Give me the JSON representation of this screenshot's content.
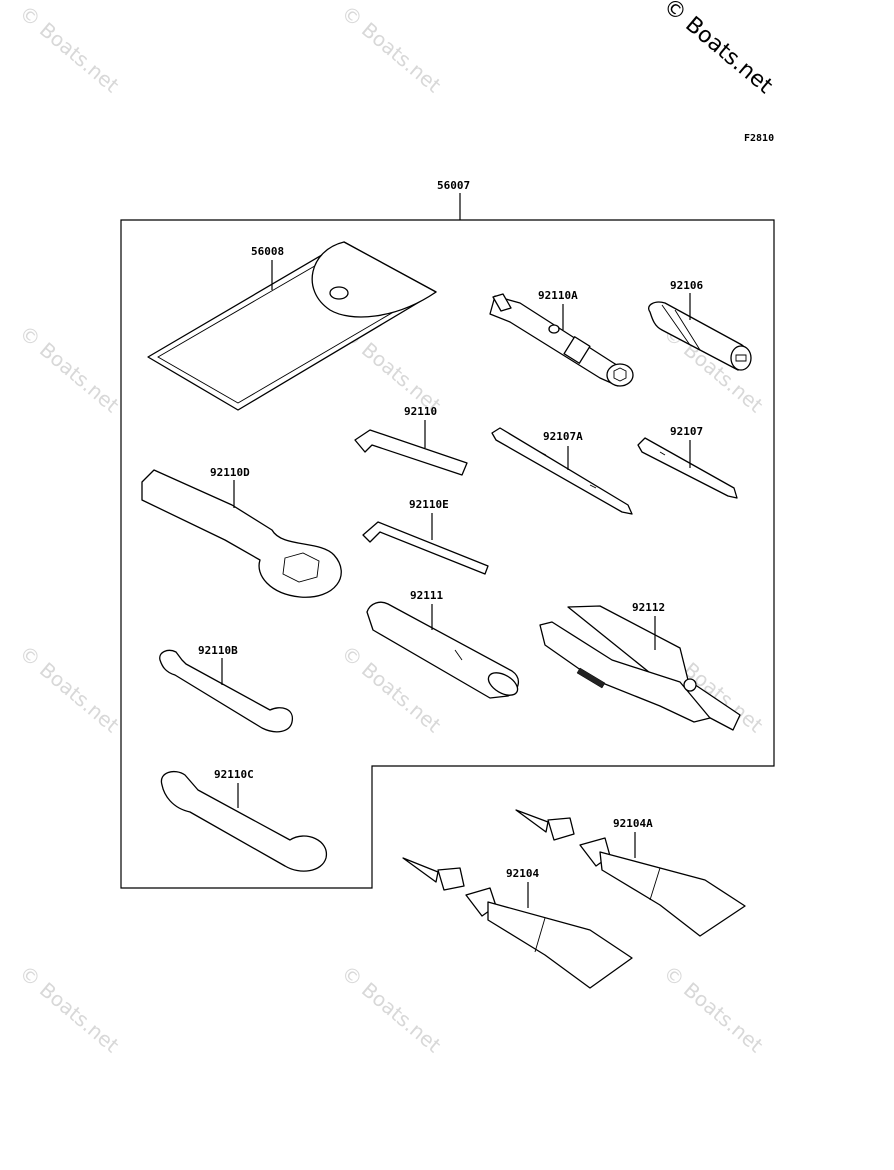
{
  "copyright": "© Boats.net",
  "watermark": "© Boats.net",
  "figure_code": "F2810",
  "kit": {
    "number": "56007"
  },
  "parts": {
    "p56008": "56008",
    "p92110A": "92110A",
    "p92106": "92106",
    "p92110": "92110",
    "p92107A": "92107A",
    "p92107": "92107",
    "p92110D": "92110D",
    "p92110E": "92110E",
    "p92111": "92111",
    "p92112": "92112",
    "p92110B": "92110B",
    "p92110C": "92110C",
    "p92104A": "92104A",
    "p92104": "92104"
  }
}
